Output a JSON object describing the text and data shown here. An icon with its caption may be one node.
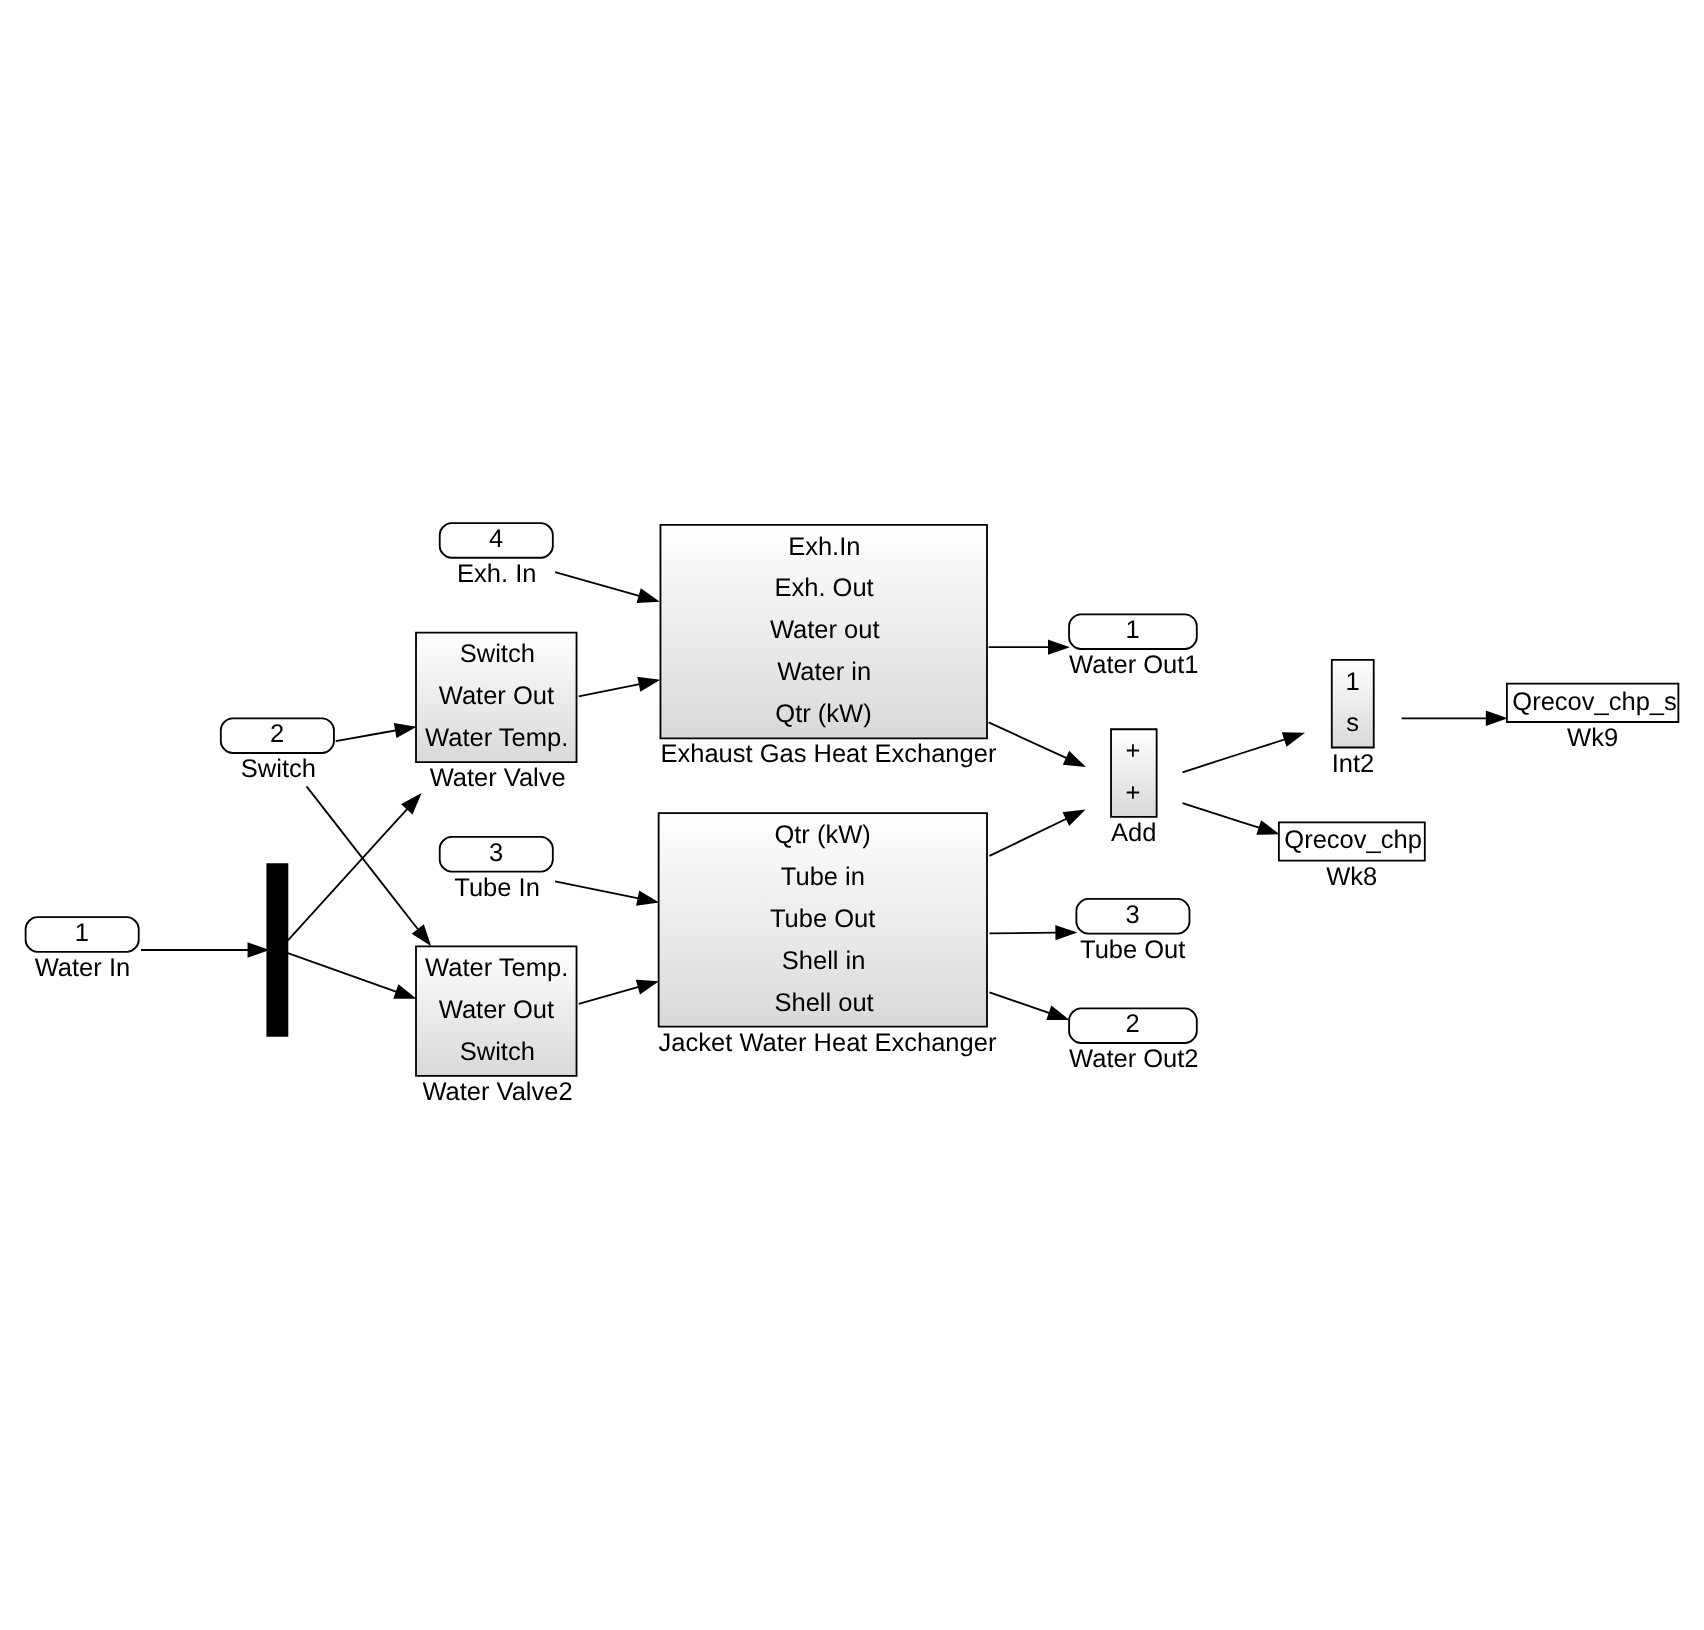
{
  "diagram": {
    "nodes": [
      {
        "text": [
          "2"
        ],
        "beside": [
          "Switch"
        ]
      },
      {
        "text": [
          "4"
        ],
        "beside": [
          "Exh. In"
        ]
      },
      {
        "text": [
          "Exh.In",
          "Exh. Out",
          "Water out",
          "Water in",
          "Qtr (kW)"
        ],
        "beside": [
          "Exhaust Gas Heat Exchanger"
        ]
      },
      {
        "text": [
          "1"
        ],
        "beside": [
          "Water Out1"
        ]
      },
      {
        "text": [
          "Switch",
          "Water Out",
          "Water Temp."
        ],
        "beside": [
          "Water Valve"
        ]
      },
      {
        "text": [
          "Qrecov_chp_s"
        ],
        "beside": [
          "Wk9"
        ]
      },
      {
        "text": [
          "1",
          "s"
        ],
        "beside": [
          "Int2"
        ]
      },
      {
        "text": [
          "+",
          "+"
        ],
        "beside": [
          "Add"
        ]
      },
      {
        "text": [],
        "shape": "bar"
      },
      {
        "text": [
          "1"
        ],
        "beside": [
          "Water In"
        ]
      },
      {
        "text": [
          "Qrecov_chp"
        ],
        "beside": [
          "Wk8"
        ]
      },
      {
        "text": [
          "Qtr (kW)",
          "Tube in",
          "Tube Out",
          "Shell in",
          "Shell out"
        ],
        "beside": [
          "Jacket Water Heat Exchanger"
        ]
      },
      {
        "text": [
          "3"
        ],
        "beside": [
          "Tube In"
        ]
      },
      {
        "text": [
          "3"
        ],
        "beside": [
          "Tube Out"
        ]
      },
      {
        "text": [
          "Water Temp.",
          "Water Out",
          "Switch"
        ],
        "beside": [
          "Water Valve2"
        ]
      },
      {
        "text": [
          "2"
        ],
        "beside": [
          "Water Out2"
        ]
      }
    ],
    "edges": [
      {
        "from": 0,
        "to": 4,
        "arrow": "to"
      },
      {
        "from": 0,
        "to": 14,
        "arrow": "to"
      },
      {
        "from": 1,
        "to": 2,
        "arrow": "to"
      },
      {
        "from": 2,
        "to": 3,
        "arrow": "to"
      },
      {
        "from": 4,
        "to": 2,
        "arrow": "to"
      },
      {
        "from": 2,
        "to": 7,
        "arrow": "to"
      },
      {
        "from": 6,
        "to": 5,
        "arrow": "to"
      },
      {
        "from": 7,
        "to": 6,
        "arrow": "to"
      },
      {
        "from": 7,
        "to": 10,
        "arrow": "to"
      },
      {
        "from": 9,
        "to": 8,
        "arrow": "to"
      },
      {
        "from": 8,
        "to": 4,
        "arrow": "to"
      },
      {
        "from": 8,
        "to": 14,
        "arrow": "to"
      },
      {
        "from": 12,
        "to": 11,
        "arrow": "to"
      },
      {
        "from": 11,
        "to": 13,
        "arrow": "to"
      },
      {
        "from": 11,
        "to": 15,
        "arrow": "to"
      },
      {
        "from": 11,
        "to": 7,
        "arrow": "to"
      },
      {
        "from": 14,
        "to": 11,
        "arrow": "to"
      }
    ]
  }
}
